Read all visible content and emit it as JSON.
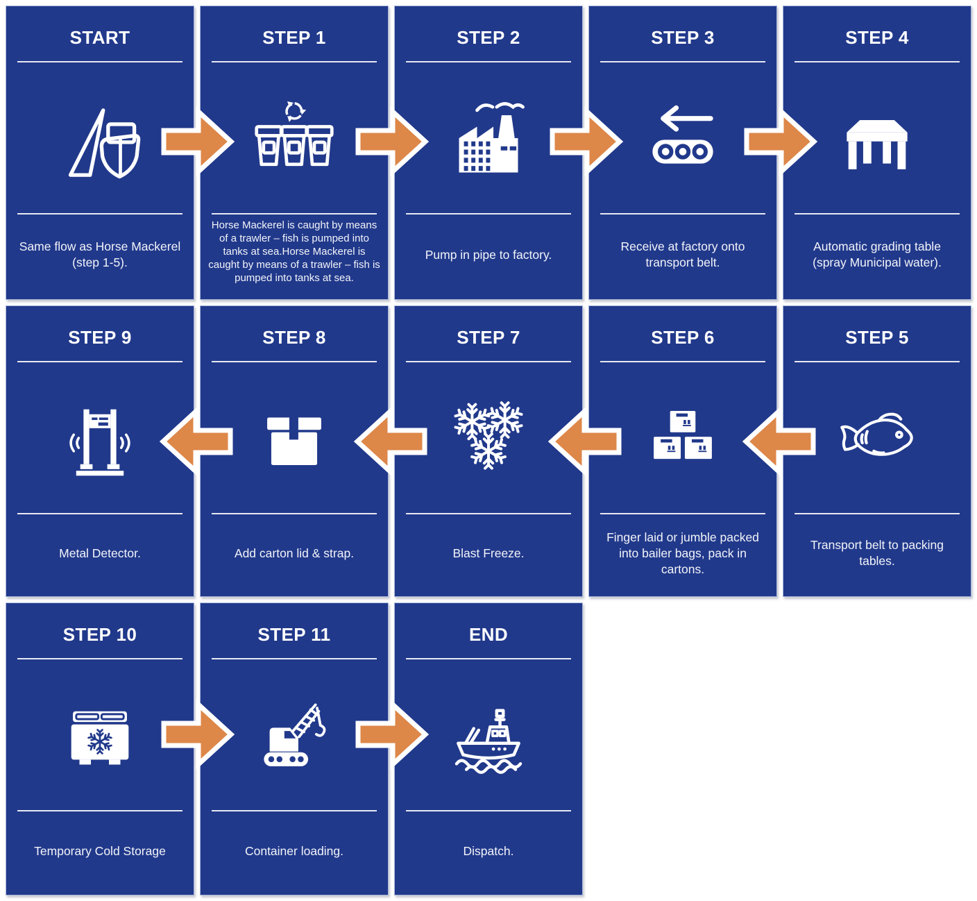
{
  "palette": {
    "card_blue": "#21398B",
    "arrow_orange": "#DD8749",
    "divider_light": "#E7EAF2",
    "text_white": "#F2F4F9",
    "page_background": "#FFFFFF",
    "card_border": "#A9B7DA"
  },
  "diagram": {
    "type": "process-flow",
    "rows": 3,
    "columns": 5
  },
  "cards": [
    {
      "id": "start",
      "title": "START",
      "description": "Same flow as Horse Mackerel (step 1-5).",
      "icon": "trawler-icon",
      "row": 1,
      "col": 1
    },
    {
      "id": "step-1",
      "title": "STEP 1",
      "description": "Horse Mackerel is caught by means of a trawler – fish is pumped into tanks at sea.Horse Mackerel is caught by means of a trawler – fish is pumped into tanks at sea.",
      "icon": "recycle-bins-icon",
      "row": 1,
      "col": 2,
      "description_size": "small"
    },
    {
      "id": "step-2",
      "title": "STEP 2",
      "description": "Pump in pipe to factory.",
      "icon": "factory-icon",
      "row": 1,
      "col": 3
    },
    {
      "id": "step-3",
      "title": "STEP 3",
      "description": "Receive at factory onto transport belt.",
      "icon": "conveyor-belt-icon",
      "row": 1,
      "col": 4
    },
    {
      "id": "step-4",
      "title": "STEP 4",
      "description": "Automatic grading table (spray Municipal water).",
      "icon": "grading-table-icon",
      "row": 1,
      "col": 5
    },
    {
      "id": "step-9",
      "title": "STEP 9",
      "description": "Metal Detector.",
      "icon": "metal-detector-icon",
      "row": 2,
      "col": 1
    },
    {
      "id": "step-8",
      "title": "STEP 8",
      "description": "Add carton lid & strap.",
      "icon": "carton-box-icon",
      "row": 2,
      "col": 2
    },
    {
      "id": "step-7",
      "title": "STEP 7",
      "description": "Blast Freeze.",
      "icon": "snowflakes-icon",
      "row": 2,
      "col": 3
    },
    {
      "id": "step-6",
      "title": "STEP 6",
      "description": "Finger laid or jumble packed into bailer bags, pack in cartons.",
      "icon": "stacked-boxes-icon",
      "row": 2,
      "col": 4
    },
    {
      "id": "step-5",
      "title": "STEP 5",
      "description": "Transport belt to packing tables.",
      "icon": "fish-icon",
      "row": 2,
      "col": 5
    },
    {
      "id": "step-10",
      "title": "STEP 10",
      "description": "Temporary Cold Storage",
      "icon": "cold-storage-icon",
      "row": 3,
      "col": 1
    },
    {
      "id": "step-11",
      "title": "STEP 11",
      "description": "Container loading.",
      "icon": "crane-icon",
      "row": 3,
      "col": 2
    },
    {
      "id": "end",
      "title": "END",
      "description": "Dispatch.",
      "icon": "cargo-ship-icon",
      "row": 3,
      "col": 3
    }
  ],
  "arrows": [
    {
      "row": 1,
      "gap": 1,
      "direction": "right"
    },
    {
      "row": 1,
      "gap": 2,
      "direction": "right"
    },
    {
      "row": 1,
      "gap": 3,
      "direction": "right"
    },
    {
      "row": 1,
      "gap": 4,
      "direction": "right"
    },
    {
      "row": 2,
      "gap": 1,
      "direction": "left"
    },
    {
      "row": 2,
      "gap": 2,
      "direction": "left"
    },
    {
      "row": 2,
      "gap": 3,
      "direction": "left"
    },
    {
      "row": 2,
      "gap": 4,
      "direction": "left"
    },
    {
      "row": 3,
      "gap": 1,
      "direction": "right"
    },
    {
      "row": 3,
      "gap": 2,
      "direction": "right"
    }
  ]
}
